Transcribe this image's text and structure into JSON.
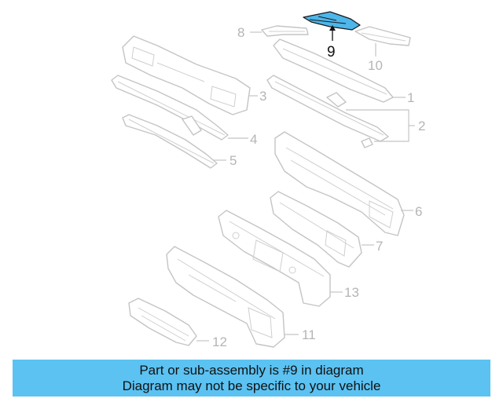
{
  "callouts": {
    "c1": "1",
    "c2": "2",
    "c3": "3",
    "c4": "4",
    "c5": "5",
    "c6": "6",
    "c7": "7",
    "c8": "8",
    "c9": "9",
    "c10": "10",
    "c11": "11",
    "c12": "12",
    "c13": "13"
  },
  "banner": {
    "line1": "Part or sub-assembly is #9 in diagram",
    "line2": "Diagram may not be specific to your vehicle"
  },
  "colors": {
    "highlight_part": "#4db6ea",
    "banner_bg": "#5bc2f2",
    "part_outline": "#c4c4c4"
  }
}
